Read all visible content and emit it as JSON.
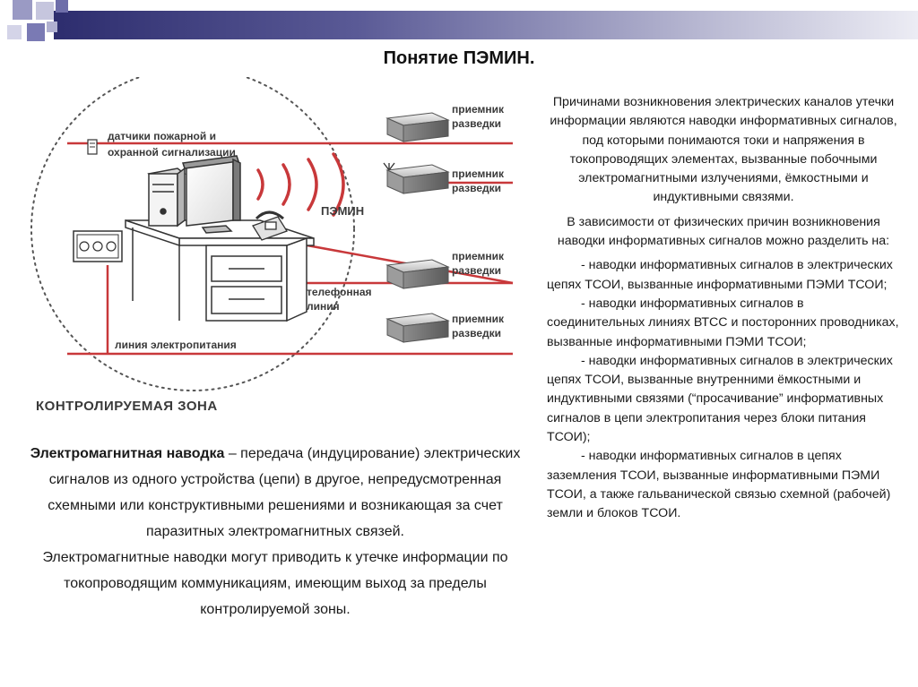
{
  "slide": {
    "title": "Понятие ПЭМИН."
  },
  "diagram": {
    "zone_label": "КОНТРОЛИРУЕМАЯ ЗОНА",
    "pemin_label": "ПЭМИН",
    "sensors_label_line1": "датчики пожарной и",
    "sensors_label_line2": "охранной сигнализации",
    "phone_line_label_line1": "телефонная",
    "phone_line_label_line2": "линия",
    "power_line_label": "линия электропитания",
    "receivers": [
      {
        "line1": "приемник",
        "line2": "разведки"
      },
      {
        "line1": "приемник",
        "line2": "разведки"
      },
      {
        "line1": "приемник",
        "line2": "разведки"
      },
      {
        "line1": "приемник",
        "line2": "разведки"
      }
    ],
    "colors": {
      "line": "#c8383a",
      "zone_dots": "#555555",
      "drawing": "#333333"
    }
  },
  "definition": {
    "term": "Электромагнитная наводка",
    "body": " – передача (индуцирование) электрических сигналов из одного устройства (цепи) в другое, непредусмотренная схемными или конструктивными решениями и возникающая за счет паразитных электромагнитных связей.",
    "note": "Электромагнитные наводки могут приводить к утечке информации по токопроводящим коммуникациям, имеющим выход за пределы контролируемой зоны."
  },
  "explanation": {
    "intro": "Причинами возникновения электрических каналов утечки информации являются наводки информативных сигналов, под которыми понимаются токи и напряжения в токопроводящих элементах, вызванные побочными электромагнитными излучениями, ёмкостными и индуктивными связями.",
    "division": "В зависимости от физических причин возникновения наводки информативных сигналов можно разделить на:",
    "items": [
      "- наводки информативных сигналов в электрических цепях ТСОИ, вызванные информативными ПЭМИ ТСОИ;",
      "- наводки информативных сигналов в соединительных линиях ВТСС и посторонних проводниках, вызванные информативными ПЭМИ ТСОИ;",
      "- наводки информативных сигналов в электрических цепях ТСОИ, вызванные внутренними ёмкостными и индуктивными связями (“просачивание” информативных сигналов в цепи электропитания через блоки питания ТСОИ);",
      "- наводки информативных сигналов в цепях заземления ТСОИ, вызванные информативными ПЭМИ ТСОИ, а также гальванической связью схемной (рабочей) земли и блоков ТСОИ."
    ]
  }
}
